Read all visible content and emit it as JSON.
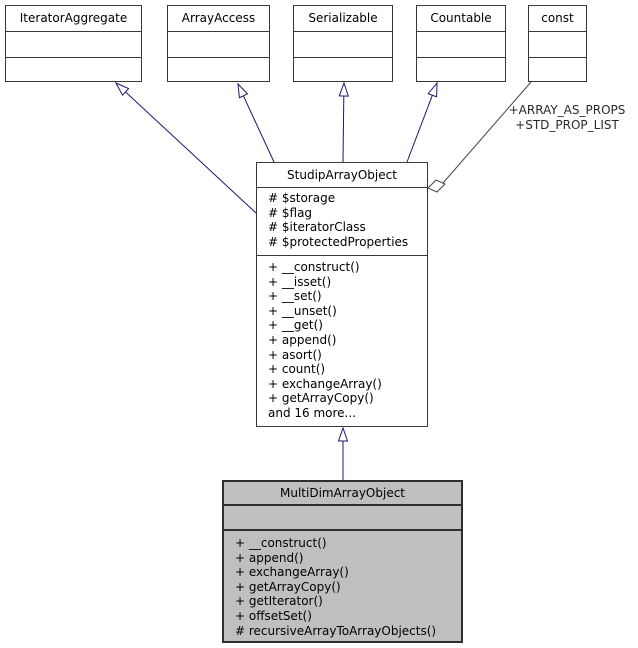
{
  "diagram_type": "uml-class-inheritance-graph",
  "colors": {
    "inheritance_arrow": "#191970",
    "aggregation_line": "#454545",
    "node_border": "#383838",
    "highlight_node_fill": "#bfbfbf",
    "node_fill": "#ffffff",
    "text": "#000000"
  },
  "nodes": {
    "iterator_aggregate": {
      "title": "IteratorAggregate"
    },
    "array_access": {
      "title": "ArrayAccess"
    },
    "serializable": {
      "title": "Serializable"
    },
    "countable": {
      "title": "Countable"
    },
    "const": {
      "title": "const"
    },
    "studip_array_object": {
      "title": "StudipArrayObject",
      "attributes": [
        "# $storage",
        "# $flag",
        "# $iteratorClass",
        "# $protectedProperties"
      ],
      "methods": [
        "+ __construct()",
        "+ __isset()",
        "+ __set()",
        "+ __unset()",
        "+ __get()",
        "+ append()",
        "+ asort()",
        "+ count()",
        "+ exchangeArray()",
        "+ getArrayCopy()",
        "and 16 more..."
      ]
    },
    "multi_dim_array_object": {
      "title": "MultiDimArrayObject",
      "methods": [
        "+ __construct()",
        "+ append()",
        "+ exchangeArray()",
        "+ getArrayCopy()",
        "+ getIterator()",
        "+ offsetSet()",
        "# recursiveArrayToArrayObjects()"
      ]
    }
  },
  "edge_labels": {
    "const_usage": [
      "+ARRAY_AS_PROPS",
      "+STD_PROP_LIST"
    ]
  }
}
